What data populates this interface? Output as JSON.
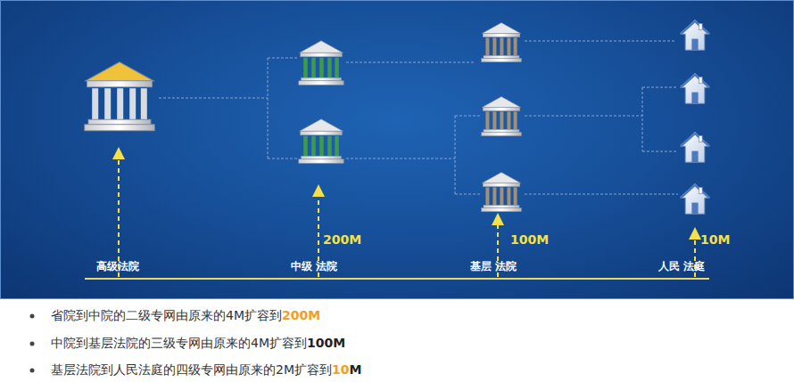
{
  "diagram": {
    "labels": [
      "高级法院",
      "中级 法院",
      "200M",
      "基层 法院",
      "100M",
      "人民 法庭",
      "10M",
      "省院到中院的二级专网由原来的4M扩容到",
      "200M",
      "中院到基层法院的三级专网由原来的4M扩容到",
      "100M",
      "基层法院到人民法庭的四级专网由原来的2M扩容到",
      "10",
      "M"
    ]
  }
}
